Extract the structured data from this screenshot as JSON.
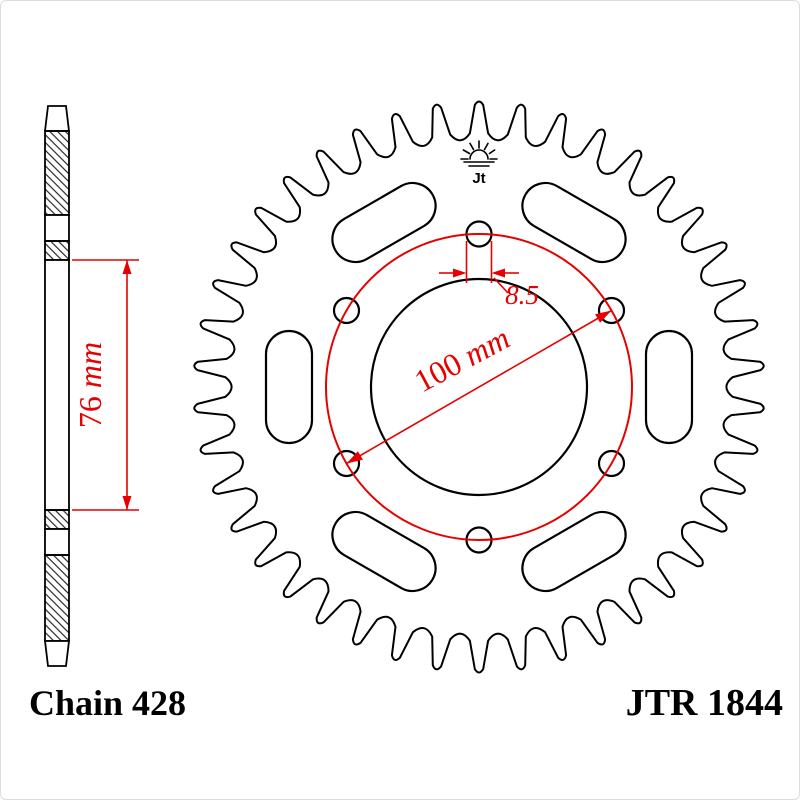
{
  "part": {
    "model": "JTR 1844",
    "chain_label": "Chain 428"
  },
  "logo": {
    "text": "Jt"
  },
  "dimensions": {
    "inner_diameter": {
      "value": "76",
      "unit": "mm"
    },
    "bolt_circle_diameter": {
      "value": "100",
      "unit": "mm"
    },
    "bolt_hole_diameter": {
      "value": "8.5"
    }
  },
  "sprocket": {
    "teeth": 42,
    "bolt_holes": 6,
    "slots": 6
  },
  "colors": {
    "outline": "#000000",
    "dimension": "#e60000",
    "background": "#ffffff"
  }
}
